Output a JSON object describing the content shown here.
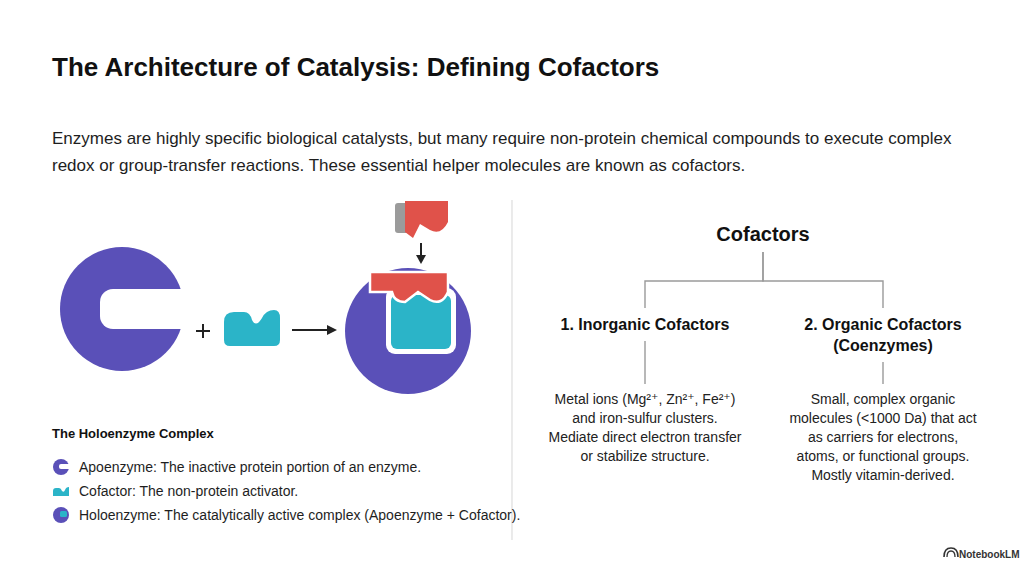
{
  "diagram": {
    "title": "The Architecture of Catalysis: Defining Cofactors",
    "nodes": [
      {
        "text": [
          "Cofactors"
        ]
      },
      {
        "text": [
          "1. Inorganic Cofactors"
        ]
      },
      {
        "text": [
          "2. Organic Cofactors (Coenzymes)"
        ]
      },
      {
        "text": [
          "Metal ions (Mg²⁺, Zn²⁺, Fe²⁺) and iron-sulfur clusters. Mediate direct electron transfer or stabilize structure."
        ]
      },
      {
        "text": [
          "Small, complex organic molecules (<1000 Da) that act as carriers for electrons, atoms, or functional groups. Mostly vitamin-derived."
        ]
      }
    ],
    "edges": [
      {
        "from": 0,
        "to": 1,
        "arrow": "none"
      },
      {
        "from": 0,
        "to": 2,
        "arrow": "none"
      },
      {
        "from": 1,
        "to": 3,
        "arrow": "none"
      },
      {
        "from": 2,
        "to": 4,
        "arrow": "none"
      }
    ],
    "labels": [
      "Enzymes are highly specific biological catalysts, but many require non-protein chemical compounds to execute complex redox or group-transfer reactions. These essential helper molecules are known as cofactors.",
      "The Holoenzyme Complex",
      "NotebookLM"
    ],
    "legend": [
      {
        "text": "Apoenzyme: The inactive protein portion of an enzyme."
      },
      {
        "text": "Cofactor: The non-protein activator."
      },
      {
        "text": "Holoenzyme: The catalytically active complex (Apoenzyme + Cofactor)."
      }
    ]
  }
}
